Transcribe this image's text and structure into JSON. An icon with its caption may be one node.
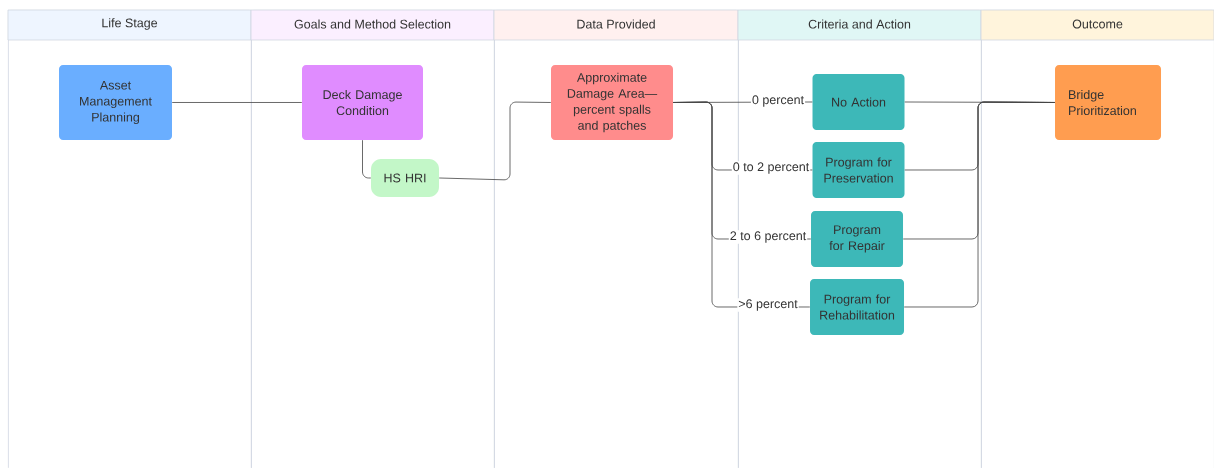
{
  "diagram": {
    "nodes": [
      {
        "text": [
          "Life Stage"
        ]
      },
      {
        "text": [
          "Goals and Method Selection"
        ]
      },
      {
        "text": [
          "Data Provided"
        ]
      },
      {
        "text": [
          "Criteria and Action"
        ]
      },
      {
        "text": [
          "Outcome"
        ]
      },
      {
        "text": [
          "Asset Management Planning"
        ],
        "in": 0
      },
      {
        "text": [
          "Deck Damage Condition"
        ],
        "in": 1
      },
      {
        "text": [
          "HS HRI"
        ],
        "in": 1
      },
      {
        "text": [
          "Approximate Damage Area— percent spalls and patches"
        ],
        "in": 2
      },
      {
        "text": [
          "No Action"
        ],
        "in": 3
      },
      {
        "text": [
          "Program for Preservation"
        ],
        "in": 3
      },
      {
        "text": [
          "Program for Repair"
        ],
        "in": 3
      },
      {
        "text": [
          "Program for Rehabilitation"
        ],
        "in": 3
      },
      {
        "text": [
          "Bridge Prioritization"
        ],
        "in": 4
      }
    ],
    "edges": [
      {
        "from": 5,
        "to": 6,
        "arrow": "none"
      },
      {
        "from": 6,
        "to": 7,
        "arrow": "none"
      },
      {
        "from": 7,
        "to": 8,
        "arrow": "none"
      },
      {
        "from": 8,
        "to": 9,
        "arrow": "none",
        "label": "0 percent"
      },
      {
        "from": 8,
        "to": 10,
        "arrow": "none",
        "label": "0 to 2 percent"
      },
      {
        "from": 8,
        "to": 11,
        "arrow": "none",
        "label": "2 to 6 percent"
      },
      {
        "from": 8,
        "to": 12,
        "arrow": "none",
        "label": ">6 percent"
      },
      {
        "from": 9,
        "to": 13,
        "arrow": "none"
      },
      {
        "from": 10,
        "to": 13,
        "arrow": "none"
      },
      {
        "from": 11,
        "to": 13,
        "arrow": "none"
      },
      {
        "from": 12,
        "to": 13,
        "arrow": "none"
      }
    ]
  }
}
